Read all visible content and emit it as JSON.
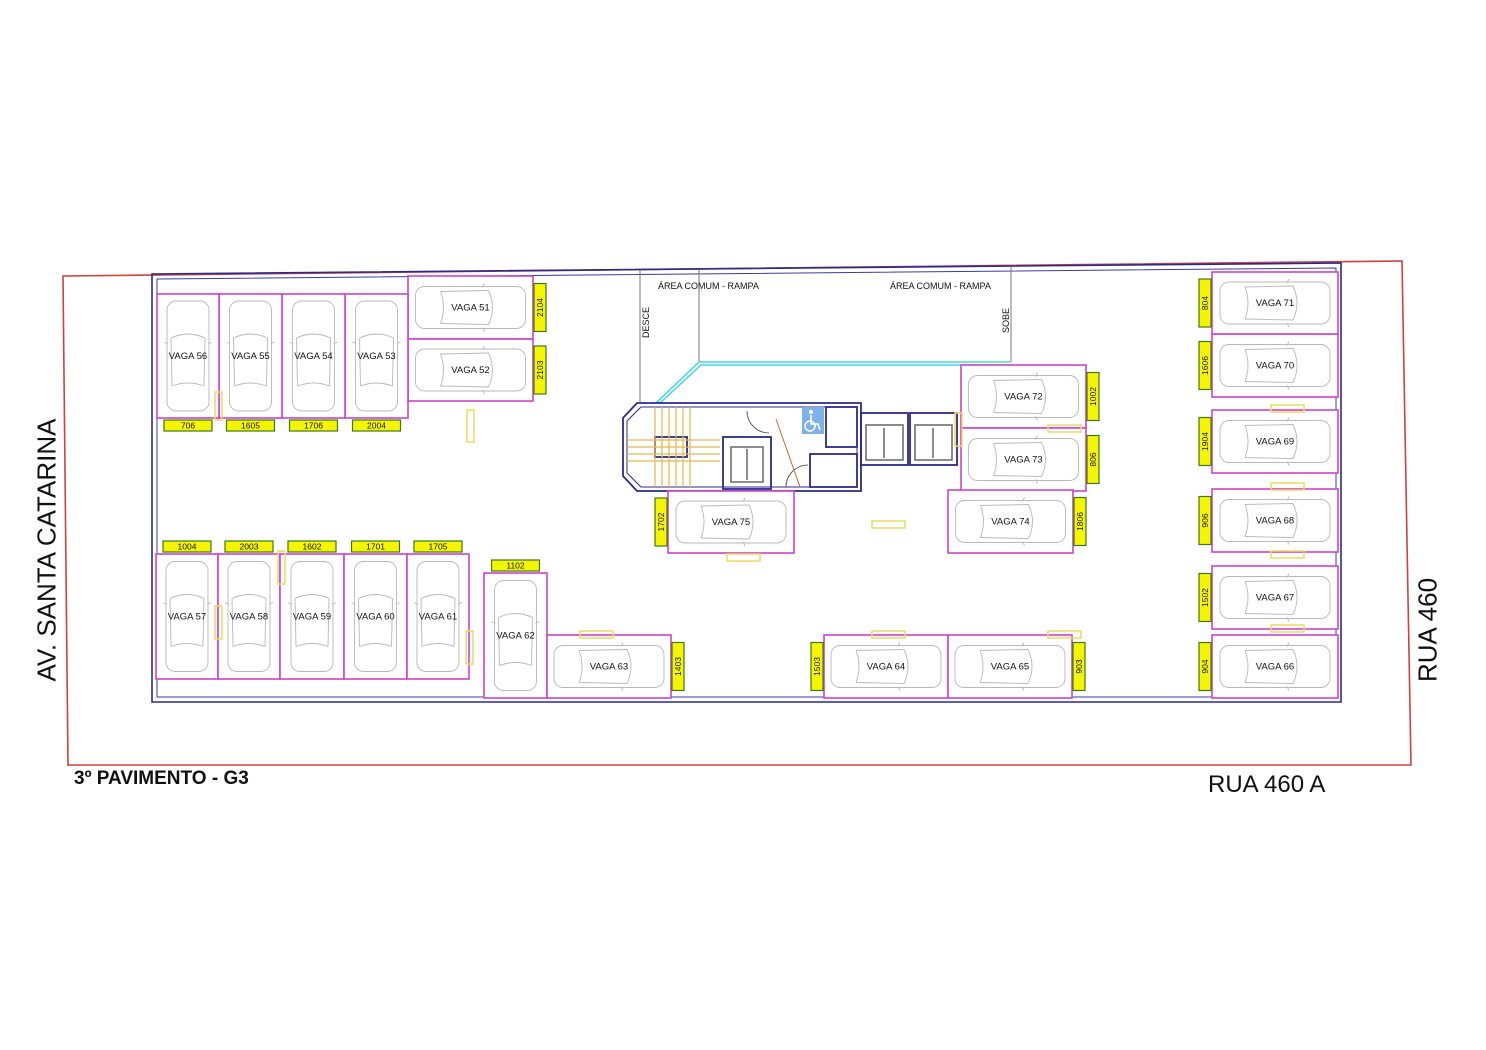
{
  "drawing": {
    "title": "3º PAVIMENTO - G3",
    "streets": {
      "west": "AV. SANTA CATARINA",
      "east": "RUA 460",
      "south": "RUA 460 A"
    },
    "ramp": {
      "area_label_left": "ÁREA COMUM - RAMPA",
      "area_label_right": "ÁREA COMUM - RAMPA",
      "down_label": "DESCE",
      "up_label": "SOBE"
    },
    "colors": {
      "lot_boundary": "#d04040",
      "building_wall": "#2a2a8c",
      "parking_spot": "#cc44cc",
      "unit_tag_fill": "#f5f500",
      "unit_tag_border": "#3a7a1a",
      "ramp_edge": "#40d8e0",
      "stair": "#e8b84a",
      "accessible_sign": "#7fb2e8"
    },
    "parking_spots": [
      {
        "id": "51",
        "label": "VAGA 51",
        "unit": "2104"
      },
      {
        "id": "52",
        "label": "VAGA 52",
        "unit": "2103"
      },
      {
        "id": "53",
        "label": "VAGA 53",
        "unit": "2004"
      },
      {
        "id": "54",
        "label": "VAGA 54",
        "unit": "1706"
      },
      {
        "id": "55",
        "label": "VAGA 55",
        "unit": "1605"
      },
      {
        "id": "56",
        "label": "VAGA 56",
        "unit": "706"
      },
      {
        "id": "57",
        "label": "VAGA 57",
        "unit": "1004"
      },
      {
        "id": "58",
        "label": "VAGA 58",
        "unit": "2003"
      },
      {
        "id": "59",
        "label": "VAGA 59",
        "unit": "1602"
      },
      {
        "id": "60",
        "label": "VAGA 60",
        "unit": "1701"
      },
      {
        "id": "61",
        "label": "VAGA 61",
        "unit": "1705"
      },
      {
        "id": "62",
        "label": "VAGA 62",
        "unit": "1102"
      },
      {
        "id": "63",
        "label": "VAGA 63",
        "unit": "1403"
      },
      {
        "id": "64",
        "label": "VAGA 64",
        "unit": "1503"
      },
      {
        "id": "65",
        "label": "VAGA 65",
        "unit": "903"
      },
      {
        "id": "66",
        "label": "VAGA 66",
        "unit": "904"
      },
      {
        "id": "67",
        "label": "VAGA 67",
        "unit": "1502"
      },
      {
        "id": "68",
        "label": "VAGA 68",
        "unit": "906"
      },
      {
        "id": "69",
        "label": "VAGA 69",
        "unit": "1904"
      },
      {
        "id": "70",
        "label": "VAGA 70",
        "unit": "1606"
      },
      {
        "id": "71",
        "label": "VAGA 71",
        "unit": "804"
      },
      {
        "id": "72",
        "label": "VAGA 72",
        "unit": "1002"
      },
      {
        "id": "73",
        "label": "VAGA 73",
        "unit": "806"
      },
      {
        "id": "74",
        "label": "VAGA 74",
        "unit": "1806"
      },
      {
        "id": "75",
        "label": "VAGA 75",
        "unit": "1702"
      }
    ],
    "icons": {
      "accessible": "wheelchair-icon",
      "elevator": "elevator-icon",
      "stairs": "stairs-icon",
      "car": "car-icon"
    }
  }
}
